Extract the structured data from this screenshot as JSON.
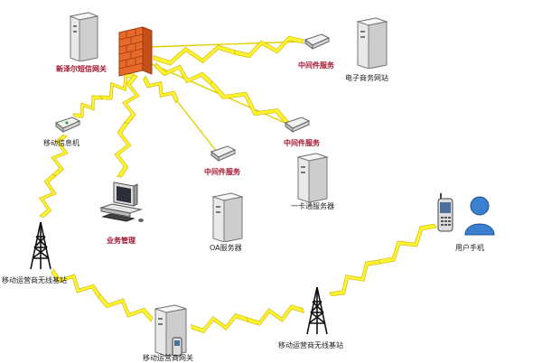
{
  "colors": {
    "bolt_fill": "#fff22e",
    "bolt_stroke": "#c7b400",
    "line": "#e0d000",
    "label_red": "#a3122b",
    "label_dark": "#222222",
    "firewall": "#e86a2a",
    "user": "#3a7fd0"
  },
  "nodes": {
    "gateway": {
      "label": "新泽尔短信网关",
      "icon": "firewall-icon"
    },
    "mw_top": {
      "label": "中间件服务",
      "icon": "router-icon"
    },
    "ecommerce": {
      "label": "电子商务网站",
      "icon": "server-tower-icon"
    },
    "mobile_info": {
      "label": "移动信息机",
      "icon": "router-icon"
    },
    "mw_mid": {
      "label": "中间件服务",
      "icon": "router-icon"
    },
    "mw_left": {
      "label": "中间件服务",
      "icon": "router-icon"
    },
    "card_server": {
      "label": "一卡通服务器",
      "icon": "server-tower-icon"
    },
    "business": {
      "label": "业务管理",
      "icon": "workstation-icon"
    },
    "oa_server": {
      "label": "OA服务器",
      "icon": "server-tower-icon"
    },
    "user_phone": {
      "label": "用户手机",
      "icon": "user-icon"
    },
    "base_left": {
      "label": "移动运营商无线基站",
      "icon": "antenna-icon"
    },
    "base_right": {
      "label": "移动运营商无线基站",
      "icon": "antenna-icon"
    },
    "operator_gateway": {
      "label": "移动运营商网关",
      "icon": "server-tower-icon"
    }
  }
}
